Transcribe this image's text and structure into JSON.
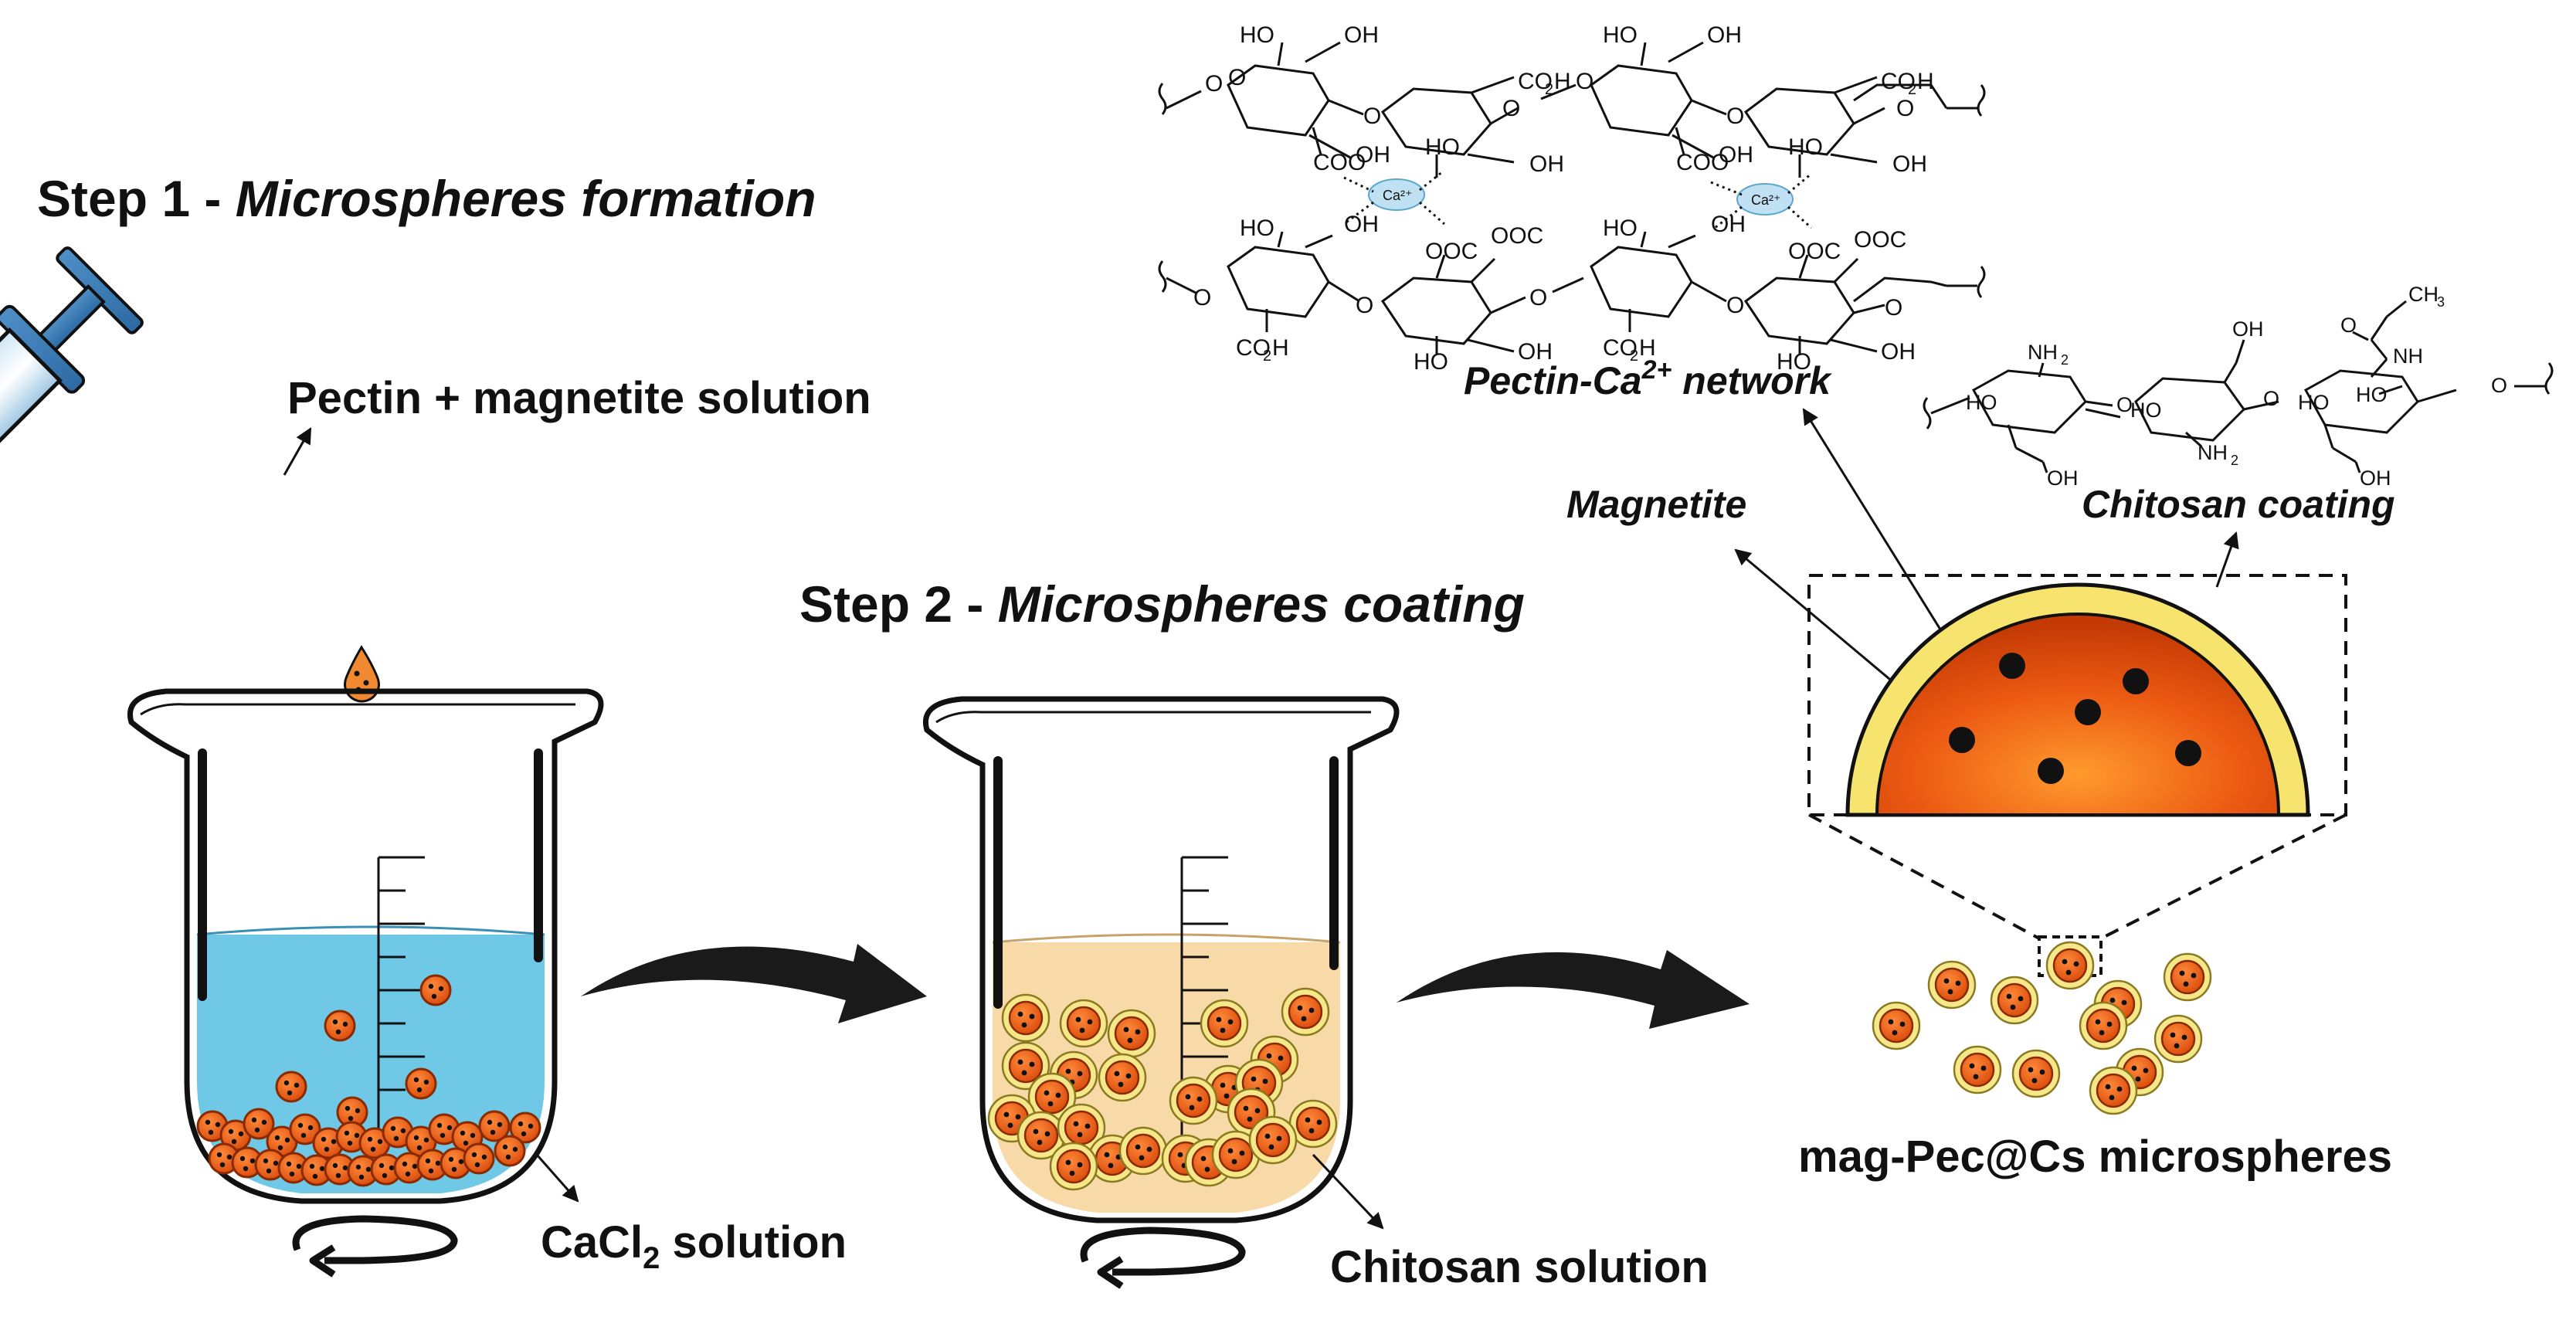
{
  "step1": {
    "prefix": "Step 1 - ",
    "name": "Microspheres formation"
  },
  "step2": {
    "prefix": "Step 2 - ",
    "name": "Microspheres coating"
  },
  "labels": {
    "pectin_magnetite": "Pectin + magnetite solution",
    "cacl2_main": "CaCl",
    "cacl2_sub": "2",
    "cacl2_rest": " solution",
    "chitosan_solution": "Chitosan solution",
    "product": "mag-Pec@Cs microspheres",
    "magnetite": "Magnetite",
    "chitosan_coating": "Chitosan coating",
    "pectin_network_main": "Pectin-Ca",
    "pectin_network_sup": "2+",
    "pectin_network_rest": " network"
  },
  "pectin_structure": {
    "groups": [
      "HO",
      "OH",
      "CO2H",
      "HO",
      "OH",
      "CO2H",
      "COO",
      "HO",
      "OH",
      "COO",
      "HO",
      "OH",
      "Ca2+",
      "Ca2+",
      "HO",
      "OH",
      "OOC",
      "HO",
      "OH",
      "OOC",
      "CO2H",
      "HO",
      "OH",
      "CO2H",
      "HO",
      "OH",
      "O",
      "O",
      "O",
      "O",
      "O",
      "O"
    ]
  },
  "chitosan_structure": {
    "groups": [
      "NH2",
      "HO",
      "HO",
      "OH",
      "OH",
      "HO",
      "NH2",
      "OH",
      "CH3",
      "O",
      "NH",
      "HO",
      "HO",
      "OH",
      "O",
      "O",
      "O"
    ]
  },
  "colors": {
    "calcium_solution": "#6ec8e6",
    "chitosan_solution": "#f8d9a8",
    "microsphere_core": "#e8580e",
    "coating": "#f5e67a",
    "arrow": "#1a1a1a"
  }
}
